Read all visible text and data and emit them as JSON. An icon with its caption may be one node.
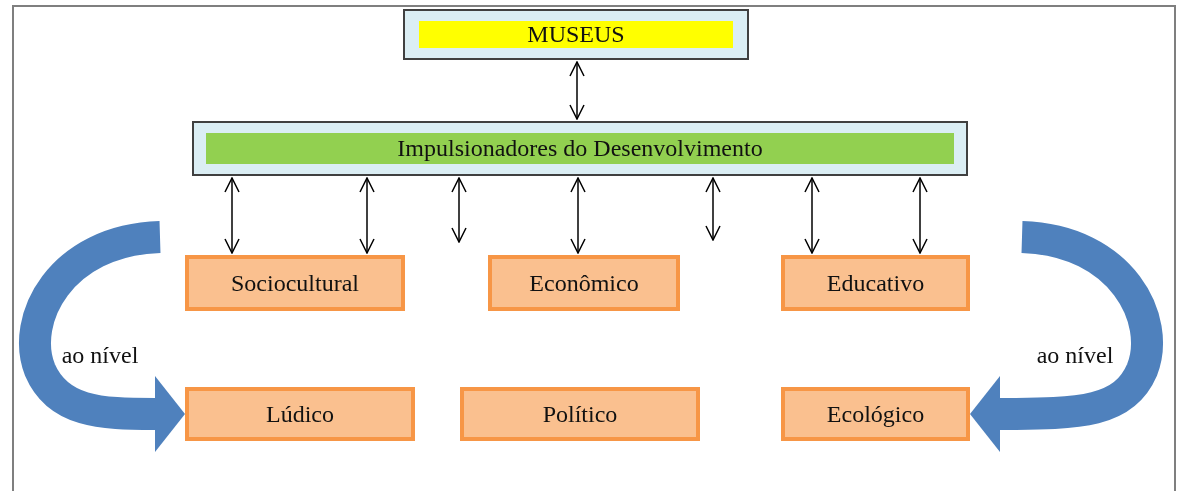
{
  "diagram": {
    "nodes": [
      {
        "text": [
          "MUSEUS"
        ]
      },
      {
        "text": [
          "Impulsionadores do Desenvolvimento"
        ]
      },
      {
        "text": [
          "Sociocultural"
        ]
      },
      {
        "text": [
          "Econômico"
        ]
      },
      {
        "text": [
          "Educativo"
        ]
      },
      {
        "text": [
          "Lúdico"
        ]
      },
      {
        "text": [
          "Político"
        ]
      },
      {
        "text": [
          "Ecológico"
        ]
      }
    ],
    "edges": [
      {
        "from": 0,
        "to": 1,
        "arrow": "both"
      },
      {
        "from": 1,
        "to": 2,
        "arrow": "both"
      },
      {
        "from": 1,
        "to": 2,
        "arrow": "both"
      },
      {
        "from": 1,
        "to": null,
        "arrow": "both"
      },
      {
        "from": 1,
        "to": 3,
        "arrow": "both"
      },
      {
        "from": 1,
        "to": null,
        "arrow": "both"
      },
      {
        "from": 1,
        "to": 4,
        "arrow": "both"
      },
      {
        "from": 1,
        "to": 4,
        "arrow": "both"
      },
      {
        "from": null,
        "to": 5,
        "arrow": "to",
        "label": "ao nível",
        "style": "thick",
        "color": "#4f81bd"
      },
      {
        "from": null,
        "to": 7,
        "arrow": "to",
        "label": "ao nível",
        "style": "thick",
        "color": "#4f81bd"
      }
    ]
  }
}
